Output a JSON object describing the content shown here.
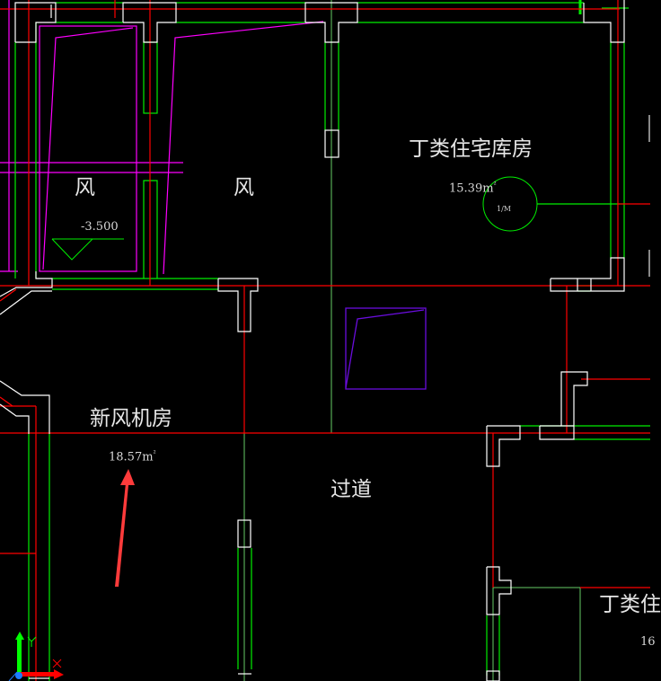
{
  "app": {
    "type": "CAD drawing viewport",
    "background": "#000000"
  },
  "colors": {
    "axis_red": "#ff0000",
    "wall_green": "#00ff00",
    "wall_light_green": "#66cc66",
    "column_white": "#ffffff",
    "shaft_magenta": "#ff00ff",
    "equipment_purple": "#6a0ddd",
    "annotation_arrow": "#ff3b3b",
    "text": "#e6e6e6"
  },
  "rooms": [
    {
      "id": "shaft-1",
      "label": "风"
    },
    {
      "id": "shaft-2",
      "label": "风"
    },
    {
      "id": "storage-a",
      "label": "丁类住宅库房",
      "area": "15.39m",
      "area_sup": "²"
    },
    {
      "id": "fresh-air-room",
      "label": "新风机房",
      "area": "18.57m",
      "area_sup": "²"
    },
    {
      "id": "corridor",
      "label": "过道"
    },
    {
      "id": "storage-b",
      "label": "丁类住",
      "area": "16"
    }
  ],
  "elevation": {
    "value": "-3.500"
  },
  "floor_drain": {
    "label": "1/M"
  },
  "ucs": {
    "x_label": "X",
    "y_label": "Y"
  }
}
